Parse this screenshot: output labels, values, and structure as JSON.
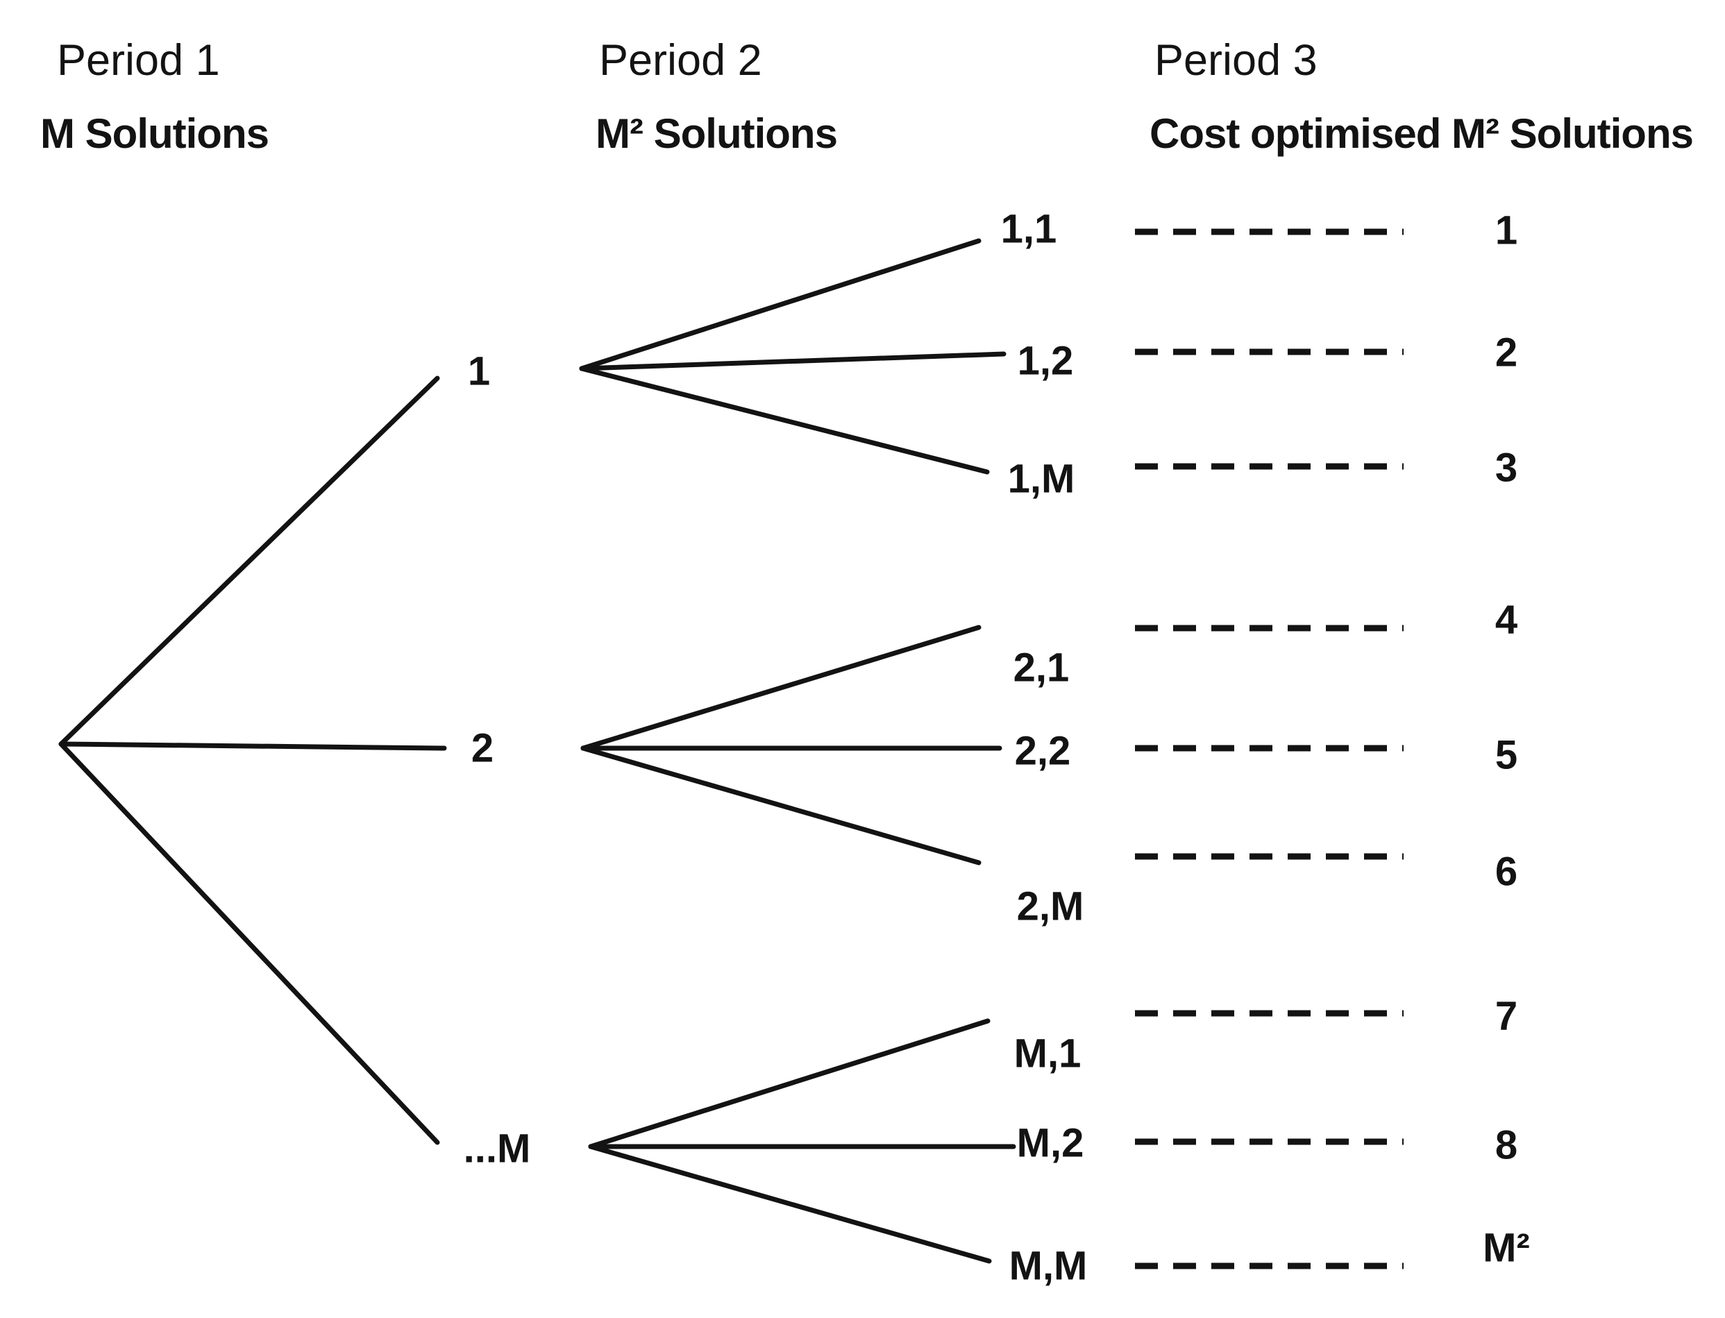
{
  "figure": {
    "background": "#ffffff",
    "ink_color": "#131313",
    "columns": [
      {
        "period": "Period 1",
        "subtitle": "M Solutions"
      },
      {
        "period": "Period 2",
        "subtitle": "M² Solutions"
      },
      {
        "period": "Period 3",
        "subtitle": "Cost optimised M² Solutions"
      }
    ],
    "period1_nodes": [
      "1",
      "2",
      "...M"
    ],
    "period2_nodes": [
      "1,1",
      "1,2",
      "1,M",
      "2,1",
      "2,2",
      "2,M",
      "M,1",
      "M,2",
      "M,M"
    ],
    "period3_nodes": [
      "1",
      "2",
      "3",
      "4",
      "5",
      "6",
      "7",
      "8",
      "M²"
    ]
  }
}
